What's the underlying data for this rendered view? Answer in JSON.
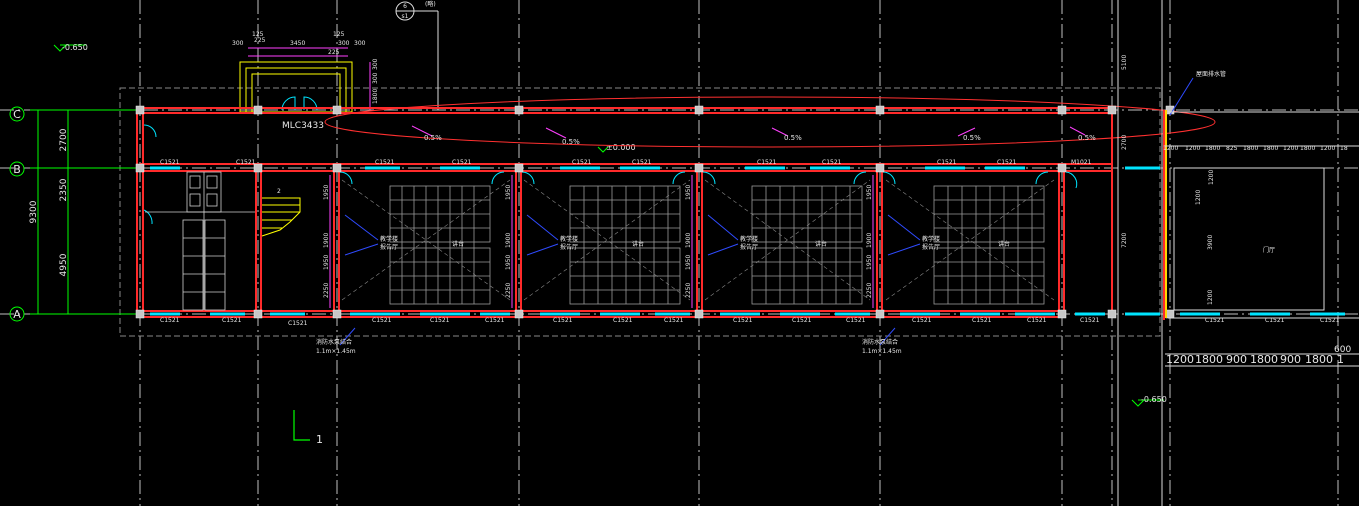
{
  "grid_axes": [
    "C",
    "B",
    "A"
  ],
  "detail_tag": {
    "number": "6",
    "sheet": "s1",
    "note": "(略)"
  },
  "left_dims": {
    "total": "9300",
    "ab": "4950",
    "bc_mid": "2350",
    "bc_top": "2700"
  },
  "right_dims": {
    "top": "5100",
    "mid": "2700",
    "lower": "7200"
  },
  "entrance_dims": {
    "a": "300",
    "b": "125",
    "c": "225",
    "d": "3450",
    "e": "300",
    "f": "125",
    "g": "225",
    "h": "300",
    "v1": "300",
    "v2": "300",
    "v3": "1800"
  },
  "door_tag": "MLC3433",
  "elevation_tags": {
    "ne": "-0.650",
    "se": "-0.650",
    "floor": "±0.000"
  },
  "slope_tags": [
    "0.5%",
    "0.5%",
    "0.5%",
    "0.5%",
    "0.5%"
  ],
  "window_tag": "C1521",
  "door_small": "M1021",
  "classroom_note_1": "教学楼",
  "classroom_note_2": "报告厅",
  "hall_label": "讲台",
  "bay_dims": [
    "1950",
    "1900",
    "1950",
    "2250"
  ],
  "bottom_notes": [
    {
      "line1": "消防水泵结合",
      "line2": "1.1m×1.45m"
    },
    {
      "line1": "消防水泵结合",
      "line2": "1.1m×1.45m"
    }
  ],
  "right_top_dims": [
    "1200",
    "1800",
    "825",
    "1800",
    "1800",
    "1200",
    "18"
  ],
  "right_bottom_dims": [
    "1200",
    "1800",
    "900",
    "1800",
    "900",
    "1800",
    "1"
  ],
  "right_bottom_extra": "600",
  "right_inner_dims": [
    "1200",
    "3900",
    "1200"
  ],
  "right_room_label": "门厅",
  "right_top_note": "屋面排水管",
  "ucs_label": "1",
  "colors": {
    "wall": "#ff2a2a",
    "grid": "#cfcfcf",
    "window": "#00e5ff",
    "dim_line": "#00ff00",
    "magenta": "#ff40ff",
    "blue": "#2f4bff",
    "ellipse": "#ff3030",
    "column": "#c8c8c8"
  }
}
